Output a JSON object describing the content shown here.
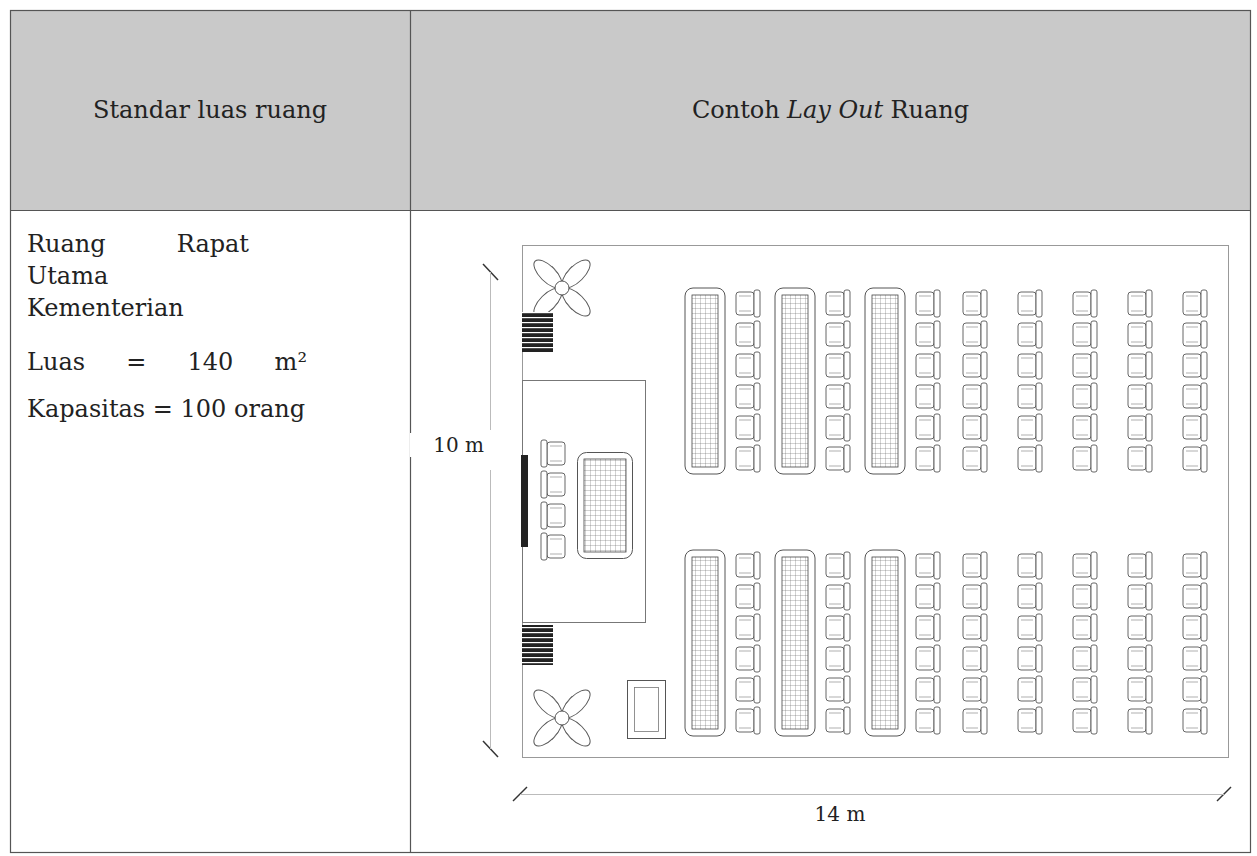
{
  "diagram": {
    "labels": [
      "Standar luas ruang",
      "Contoh",
      "Lay Out",
      "Ruang",
      "Ruang Rapat Utama Kementerian",
      "Luas = 140 m²",
      "Kapasitas = 100 orang",
      "10 m",
      "14 m"
    ]
  }
}
